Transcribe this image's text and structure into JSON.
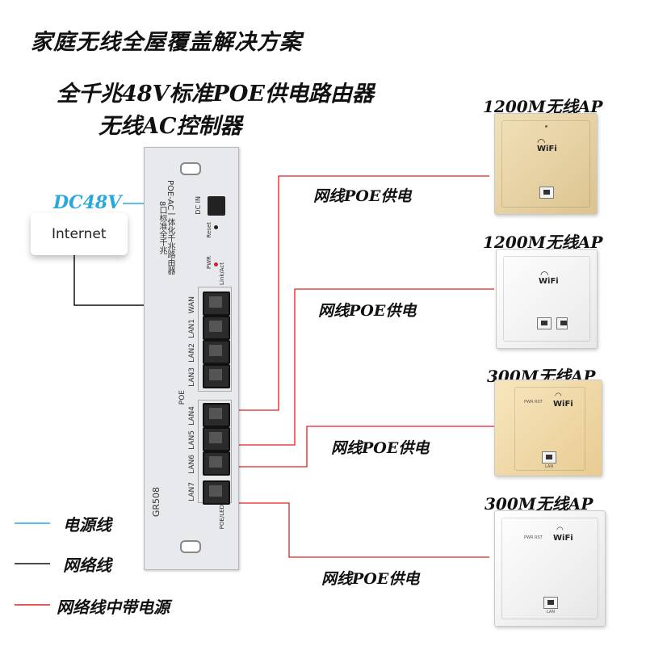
{
  "title": "家庭无线全屋覆盖解决方案",
  "router": {
    "heading_line1": "全千兆48V标准POE供电路由器",
    "heading_line2": "无线AC控制器",
    "dc_label": "DC48V",
    "internet_label": "Internet",
    "dc_in": "DC IN",
    "reset": "Reset",
    "pwr": "PWR",
    "link_act": "Link/Act",
    "poe_led": "POE/LED",
    "poe_group": "POE",
    "model": "GR508",
    "panel_line1": "8口标准全千兆",
    "panel_line2": "POE-AC一体化千兆路由器",
    "ports": [
      "WAN",
      "LAN1",
      "LAN2",
      "LAN3",
      "LAN4",
      "LAN5",
      "LAN6",
      "LAN7"
    ]
  },
  "access_points": [
    {
      "label": "1200M无线AP",
      "cable_label": "网线POE供电",
      "wifi": "WiFi",
      "color": "#ead7aa"
    },
    {
      "label": "1200M无线AP",
      "cable_label": "网线POE供电",
      "wifi": "WiFi",
      "color": "#f7f7f7"
    },
    {
      "label": "300M无线AP",
      "cable_label": "网线POE供电",
      "wifi": "WiFi",
      "color": "#f2dcae",
      "pwr_rst": "PWR RST",
      "lan": "LAN"
    },
    {
      "label": "300M无线AP",
      "cable_label": "网线POE供电",
      "wifi": "WiFi",
      "color": "#f7f7f7",
      "pwr_rst": "PWR RST",
      "lan": "LAN"
    }
  ],
  "legend": [
    {
      "label": "电源线",
      "color": "#29a8e0"
    },
    {
      "label": "网络线",
      "color": "#111111"
    },
    {
      "label": "网络线中带电源",
      "color": "#e02020"
    }
  ]
}
